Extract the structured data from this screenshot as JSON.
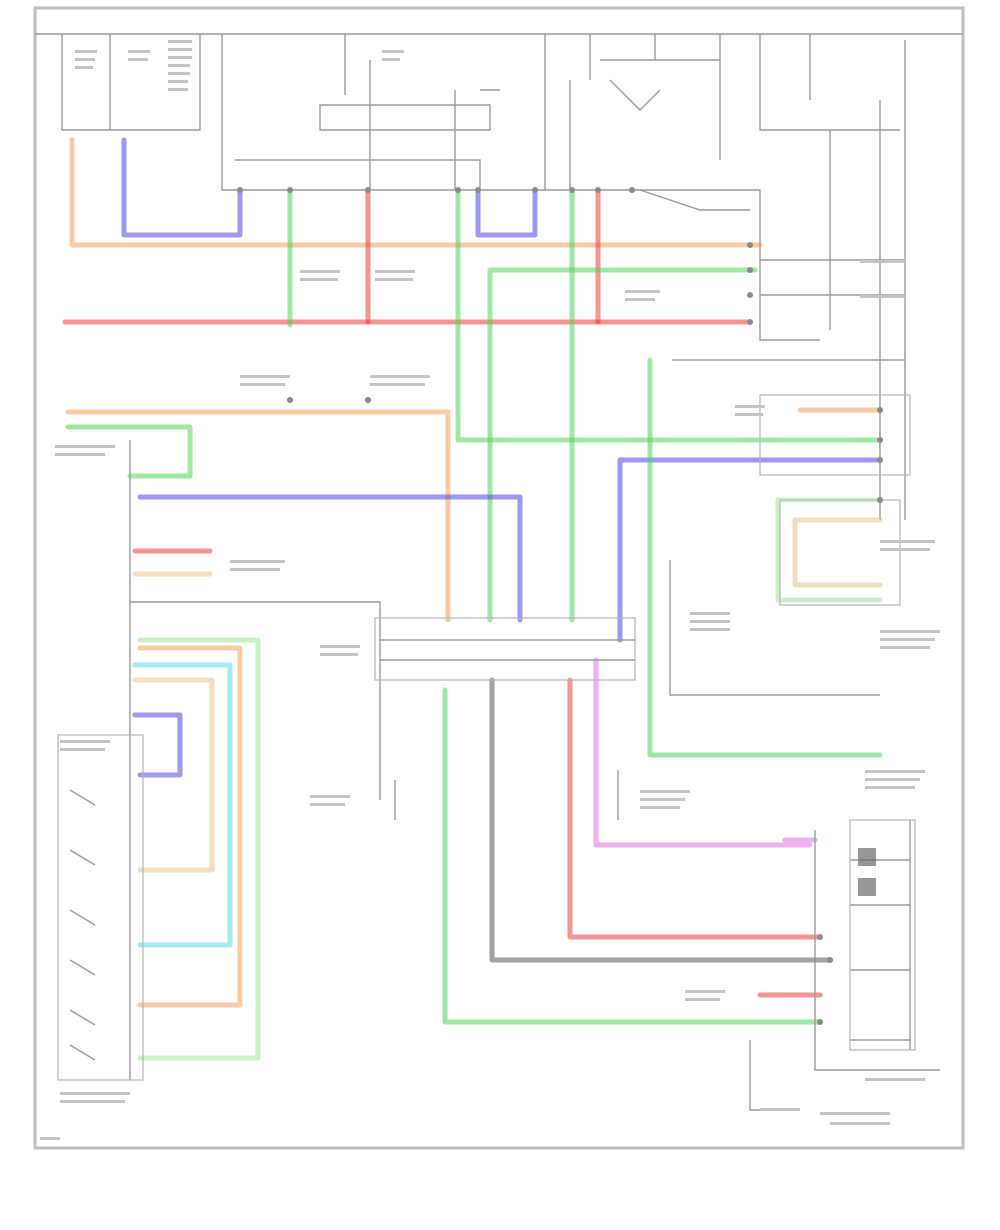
{
  "diagram": {
    "kind": "wiring-schematic",
    "labels": [],
    "colors": {
      "orange": "#f3a15a",
      "blue": "#4a45e0",
      "red": "#ef3b3b",
      "green": "#4fd65a",
      "cyan": "#59d9ea",
      "pink": "#e070e0",
      "tan": "#e6c28a",
      "light-green": "#9fe39a",
      "black": "#555555",
      "frame": "#bdbdbd"
    },
    "wires": [
      {
        "id": "orange-top-loop",
        "color": "orange"
      },
      {
        "id": "blue-top-left-loop",
        "color": "blue"
      },
      {
        "id": "blue-center-loop",
        "color": "blue"
      },
      {
        "id": "red-main-bus",
        "color": "red"
      },
      {
        "id": "red-upper-vertical",
        "color": "red"
      },
      {
        "id": "red-right-vertical",
        "color": "red"
      },
      {
        "id": "green-upper-left",
        "color": "green"
      },
      {
        "id": "green-upper-center",
        "color": "green"
      },
      {
        "id": "green-long-vertical",
        "color": "green"
      },
      {
        "id": "green-right-return",
        "color": "green"
      },
      {
        "id": "orange-mid-bus",
        "color": "orange"
      },
      {
        "id": "blue-mid-bus",
        "color": "blue"
      },
      {
        "id": "blue-right-bus",
        "color": "blue"
      },
      {
        "id": "green-left-stub",
        "color": "green"
      },
      {
        "id": "red-left-stub",
        "color": "red"
      },
      {
        "id": "tan-left-stub",
        "color": "tan"
      },
      {
        "id": "pink-lower",
        "color": "pink"
      },
      {
        "id": "red-lower",
        "color": "red"
      },
      {
        "id": "black-lower",
        "color": "black"
      },
      {
        "id": "green-bottom",
        "color": "green"
      },
      {
        "id": "switch-bundle-cyan",
        "color": "cyan"
      },
      {
        "id": "switch-bundle-tan",
        "color": "tan"
      },
      {
        "id": "switch-bundle-lightgreen",
        "color": "light-green"
      },
      {
        "id": "switch-bundle-blue",
        "color": "blue"
      },
      {
        "id": "green-right-box",
        "color": "light-green"
      }
    ]
  }
}
